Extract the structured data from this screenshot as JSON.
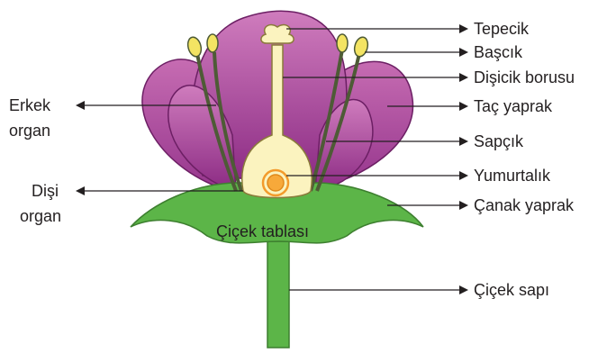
{
  "labels": {
    "tepecik": "Tepecik",
    "bascik": "Başcık",
    "disicik_borusu": "Dişicik borusu",
    "tac_yaprak": "Taç yaprak",
    "sapcik": "Sapçık",
    "yumurtalik": "Yumurtalık",
    "canak_yaprak": "Çanak yaprak",
    "cicek_sapi": "Çiçek sapı",
    "erkek_line1": "Erkek",
    "erkek_line2": "organ",
    "disi_line1": "Dişi",
    "disi_line2": "organ",
    "cicek_tablasi": "Çiçek tablası"
  },
  "colors": {
    "petal_light": "#c86fb3",
    "petal_dark": "#8e2b84",
    "sepal": "#5cb548",
    "stem": "#5cb548",
    "pistil": "#fbf3bf",
    "anther": "#f3e463",
    "filament": "#4e5b36",
    "ovule_outer": "#f39b2c",
    "ovule_inner": "#f7c64d"
  }
}
